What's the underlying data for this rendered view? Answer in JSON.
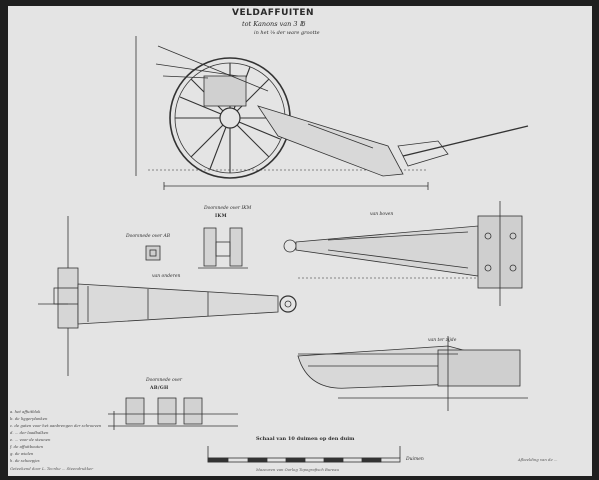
{
  "plate": {
    "title": "VELDAFFUITEN",
    "subtitle": "tot Kanons van 3 ℔",
    "scale_note": "in het ⅟₈ der ware grootte"
  },
  "views": {
    "section_ab": "Doorsnede over AB",
    "section_ikm": "Doorsnede over IKM",
    "section_label": "IKM",
    "from_below": "van onderen",
    "from_above": "van boven",
    "from_side": "van ter zijde",
    "section_cd": "Doorsnede over",
    "section_cd_label": "AB/GH"
  },
  "scale": {
    "label": "Schaal van 10 duimen op den duim",
    "unit": "Duimen"
  },
  "legend": {
    "items": [
      "a. het affuitblok",
      "b. de liggerplanken",
      "c. de gaten voor het aanbrengen der schroeven",
      "d. ... der laadbalken",
      "e. ... voor de steunen",
      "f. de affuitbouten",
      "g. de wielen",
      "h. de scheepjes"
    ]
  },
  "footer": {
    "left": "Geteekend door L. Tecnhe ... Steendrukker",
    "center": "Mazeuren van Oorlog Topografisch Bureau",
    "right": "Afbeelding van de ..."
  },
  "colors": {
    "paper": "#e4e4e4",
    "ink": "#2a2a2a",
    "frame": "#1f1f1f"
  }
}
